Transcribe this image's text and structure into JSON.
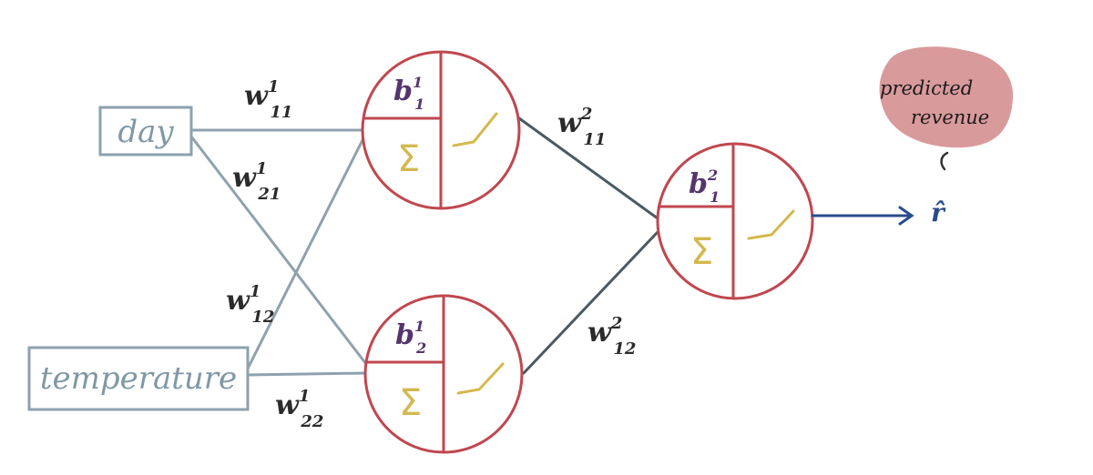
{
  "inputs": {
    "day": "day",
    "temperature": "temperature"
  },
  "weights": {
    "w11_1": {
      "base": "w",
      "sup": "1",
      "sub": "11"
    },
    "w21_1": {
      "base": "w",
      "sup": "1",
      "sub": "21"
    },
    "w12_1": {
      "base": "w",
      "sup": "1",
      "sub": "12"
    },
    "w22_1": {
      "base": "w",
      "sup": "1",
      "sub": "22"
    },
    "w11_2": {
      "base": "w",
      "sup": "2",
      "sub": "11"
    },
    "w12_2": {
      "base": "w",
      "sup": "2",
      "sub": "12"
    }
  },
  "neurons": {
    "hidden1": {
      "bias_base": "b",
      "bias_sup": "1",
      "bias_sub": "1",
      "sum_symbol": "Σ"
    },
    "hidden2": {
      "bias_base": "b",
      "bias_sup": "1",
      "bias_sub": "2",
      "sum_symbol": "Σ"
    },
    "output": {
      "bias_base": "b",
      "bias_sup": "2",
      "bias_sub": "1",
      "sum_symbol": "Σ"
    }
  },
  "output": {
    "label_line1": "predicted",
    "label_line2": "revenue",
    "symbol": "r̂"
  },
  "colors": {
    "input_box": "#8ea2ae",
    "input_edges": "#8ea2ae",
    "hidden_edges": "#4a5a63",
    "neuron": "#c0474f",
    "bias": "#55356d",
    "sigma": "#d4b84e",
    "activation": "#d4b84e",
    "output_arrow": "#2a4c8c",
    "output_blob": "#d99a9c"
  }
}
